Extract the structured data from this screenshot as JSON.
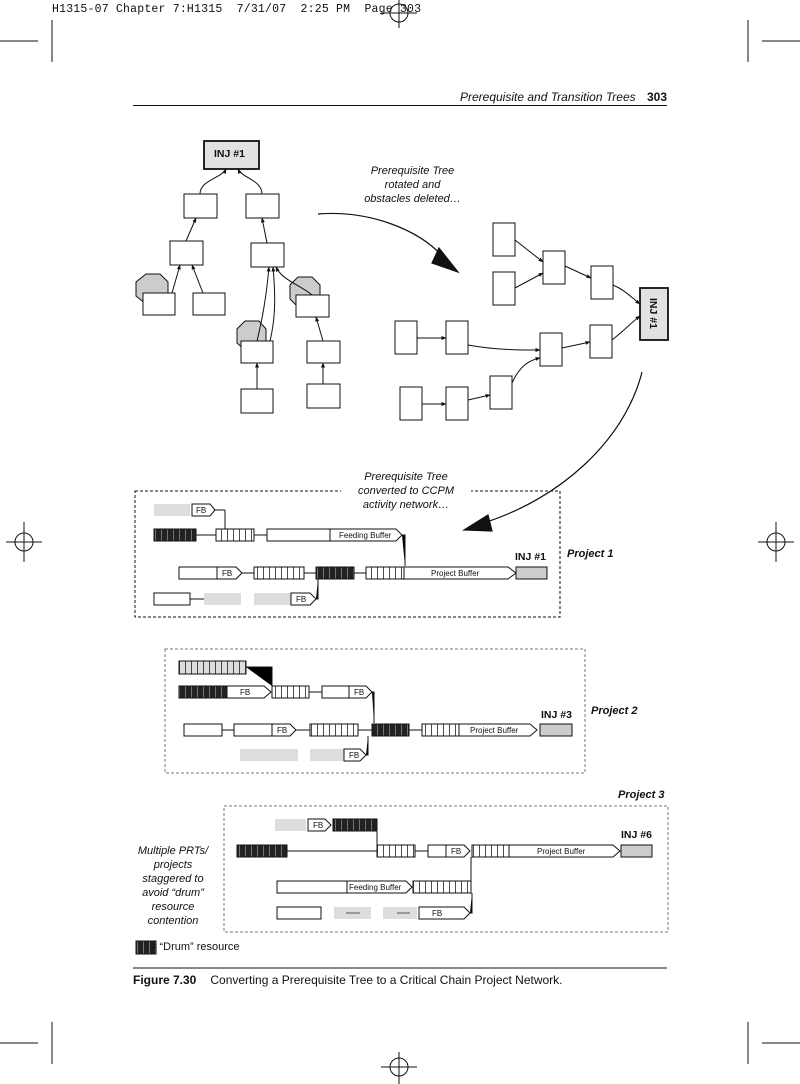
{
  "slug": "H1315-07 Chapter 7:H1315  7/31/07  2:25 PM  Page 303",
  "running_head": {
    "title": "Prerequisite and Transition Trees",
    "page": "303"
  },
  "tree": {
    "inj_label": "INJ #1",
    "rotated_inj_label": "INJ #1"
  },
  "notes": {
    "rotate": [
      "Prerequisite Tree",
      "rotated and",
      "obstacles deleted…"
    ],
    "convert": [
      "Prerequisite Tree",
      "converted to CCPM",
      "activity network…"
    ],
    "stagger": [
      "Multiple PRTs/",
      "projects",
      "staggered to",
      "avoid “drum”",
      "resource",
      "contention"
    ]
  },
  "projects": [
    {
      "label": "Project  1",
      "inj": "INJ #1"
    },
    {
      "label": "Project  2",
      "inj": "INJ #3"
    },
    {
      "label": "Project  3",
      "inj": "INJ #6"
    }
  ],
  "buffers": {
    "fb": "FB",
    "feeding": "Feeding Buffer",
    "project": "Project Buffer"
  },
  "legend": "= “Drum” resource",
  "caption": {
    "number": "Figure 7.30",
    "text": "Converting a Prerequisite Tree to a Critical Chain Project Network."
  }
}
